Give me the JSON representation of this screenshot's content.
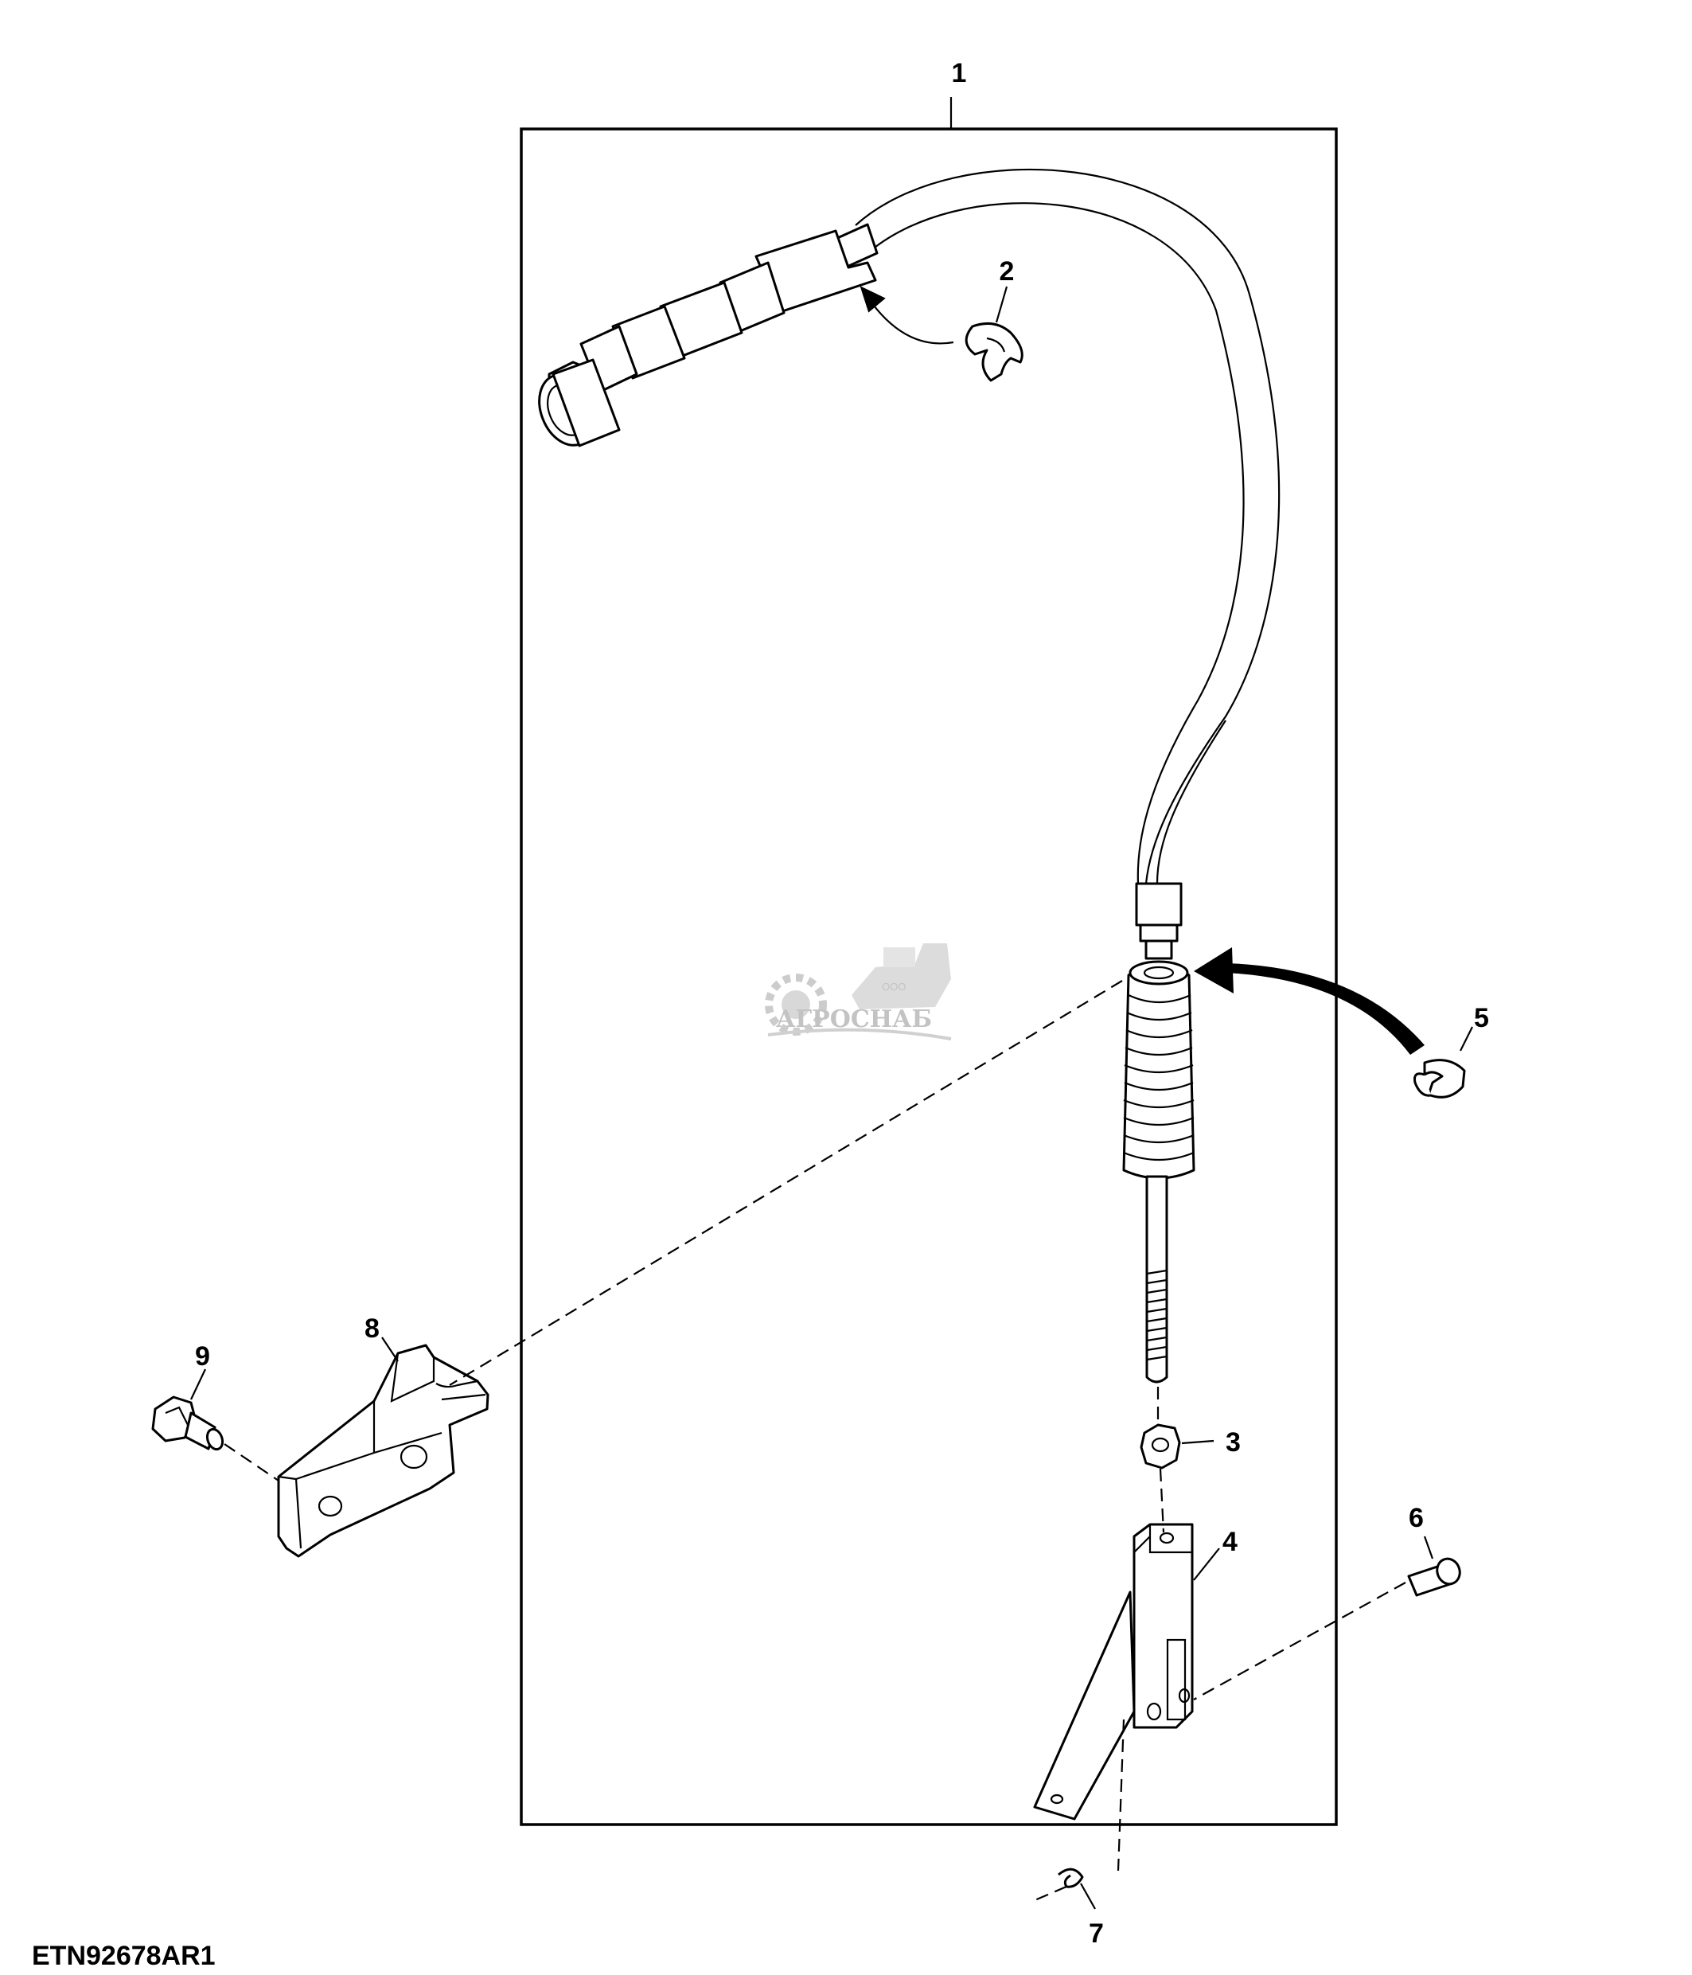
{
  "figure_id": "ETN92678AR1",
  "watermark": {
    "text": "АГРОСНАБ",
    "prefix": "ООО",
    "color": "#b9b9b9"
  },
  "callouts": [
    {
      "id": "1",
      "label": "1"
    },
    {
      "id": "2",
      "label": "2"
    },
    {
      "id": "3",
      "label": "3"
    },
    {
      "id": "4",
      "label": "4"
    },
    {
      "id": "5",
      "label": "5"
    },
    {
      "id": "6",
      "label": "6"
    },
    {
      "id": "7",
      "label": "7"
    },
    {
      "id": "8",
      "label": "8"
    },
    {
      "id": "9",
      "label": "9"
    }
  ],
  "colors": {
    "line": "#000000",
    "background": "#ffffff"
  }
}
